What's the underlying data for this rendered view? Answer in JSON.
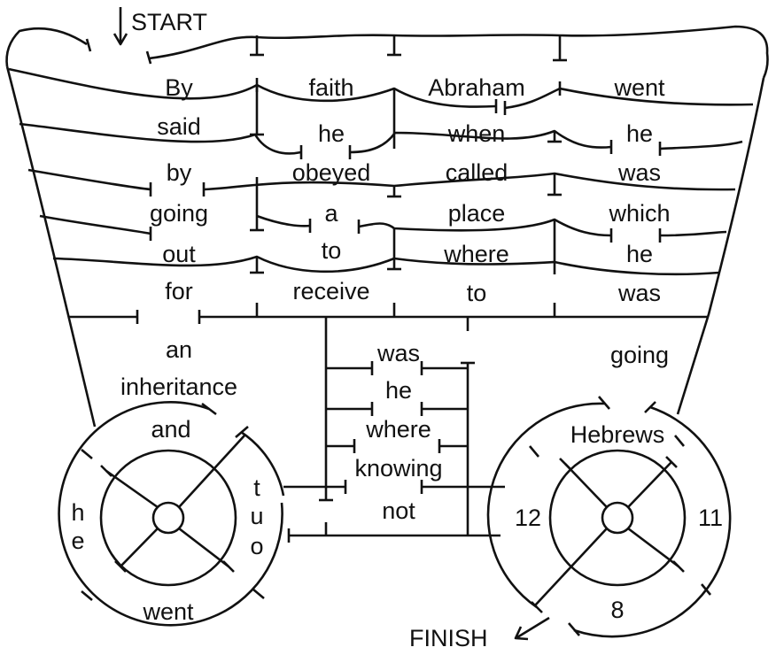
{
  "start_label": "START",
  "finish_label": "FINISH",
  "rows": [
    [
      "By",
      "faith",
      "Abraham",
      "went"
    ],
    [
      "said",
      "he",
      "when",
      "he"
    ],
    [
      "by",
      "obeyed",
      "called",
      "was"
    ],
    [
      "going",
      "a",
      "place",
      "which"
    ],
    [
      "out",
      "to",
      "where",
      "he"
    ],
    [
      "for",
      "receive",
      "to",
      "was"
    ]
  ],
  "left_words": [
    "an",
    "inheritance",
    "and"
  ],
  "right_word": "going",
  "middle_words": [
    "was",
    "he",
    "where",
    "knowing",
    "not"
  ],
  "left_wheel_letters": [
    "h",
    "e",
    "t",
    "u",
    "o"
  ],
  "left_wheel_word": "went",
  "right_wheel_word": "Hebrews",
  "right_wheel_numbers": [
    "12",
    "11",
    "8"
  ]
}
